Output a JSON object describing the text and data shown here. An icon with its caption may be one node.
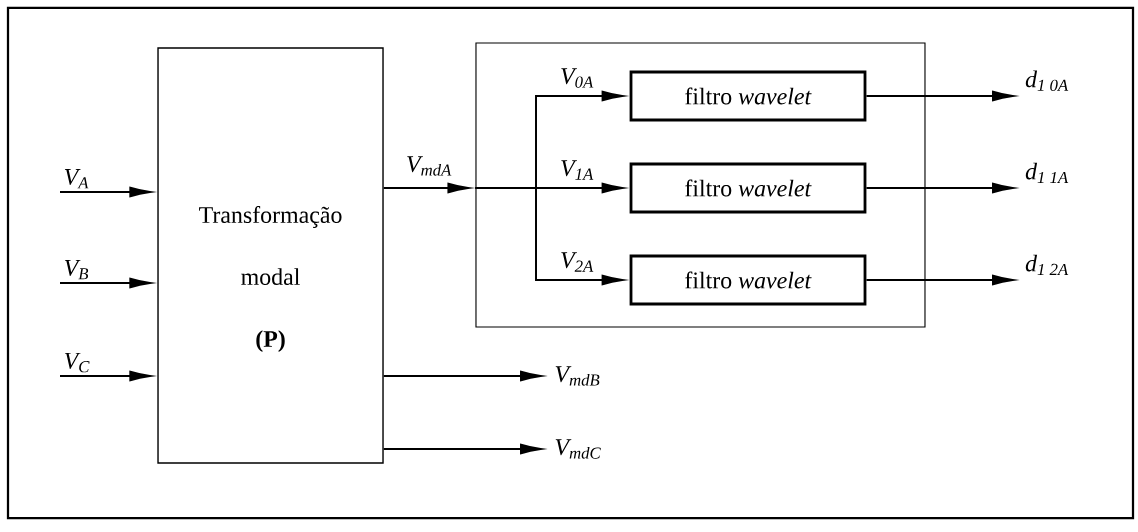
{
  "diagram": {
    "nodes": [
      {
        "text": [
          "Transformação modal",
          "(P)"
        ]
      },
      {
        "text": [],
        "shape": "box"
      },
      {
        "text": [
          "filtro *wavelet*"
        ],
        "in": 1
      },
      {
        "text": [
          "filtro *wavelet*"
        ],
        "in": 1
      },
      {
        "text": [
          "filtro *wavelet*"
        ],
        "in": 1
      },
      {
        "text": [
          "V$_{A}$"
        ]
      },
      {
        "text": [
          "V$_{B}$"
        ]
      },
      {
        "text": [
          "V$_{C}$"
        ]
      },
      {
        "text": [
          "d$_{1 0A}$"
        ]
      },
      {
        "text": [
          "d$_{1 1A}$"
        ]
      },
      {
        "text": [
          "d$_{1 2A}$"
        ]
      },
      {
        "text": [
          "V$_{mdB}$"
        ]
      },
      {
        "text": [
          "V$_{mdC}$"
        ]
      }
    ],
    "edges": [
      {
        "from": 5,
        "to": 0,
        "arrow": "to"
      },
      {
        "from": 6,
        "to": 0,
        "arrow": "to"
      },
      {
        "from": 7,
        "to": 0,
        "arrow": "to"
      },
      {
        "from": 0,
        "to": 1,
        "arrow": "to",
        "label": "V$_{mdA}$"
      },
      {
        "from": 1,
        "to": 2,
        "arrow": "to",
        "label": "V$_{0A}$"
      },
      {
        "from": 1,
        "to": 3,
        "arrow": "to",
        "label": "V$_{1A}$"
      },
      {
        "from": 1,
        "to": 4,
        "arrow": "to",
        "label": "V$_{2A}$"
      },
      {
        "from": 2,
        "to": 8,
        "arrow": "to"
      },
      {
        "from": 3,
        "to": 9,
        "arrow": "to"
      },
      {
        "from": 4,
        "to": 10,
        "arrow": "to"
      },
      {
        "from": 0,
        "to": 11,
        "arrow": "to"
      },
      {
        "from": 0,
        "to": 12,
        "arrow": "to"
      }
    ]
  }
}
